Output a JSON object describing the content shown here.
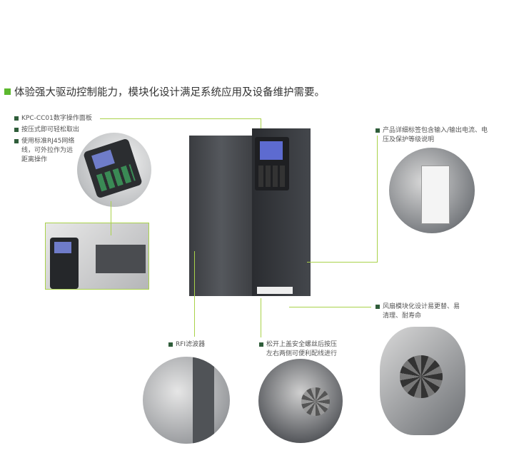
{
  "heading": "体验强大驱动控制能力，模块化设计满足系统应用及设备维护需要。",
  "callouts": {
    "keypad": [
      "KPC-CC01数字操作面板",
      "按压式即可轻松取出",
      "使用标准RJ45网络线，可外拉作为远距离操作"
    ],
    "label": "产品详细标签包含输入/输出电流、电压及保护等级说明",
    "fan": "风扇模块化设计易更替、易清理、耐寿命",
    "rfi": "RFI滤波器",
    "cover": "松开上盖安全螺丝后按压左右两侧可便利配线进行"
  },
  "colors": {
    "accent": "#a9d24a",
    "bullet": "#2f5d3a",
    "heading_bullet": "#5cb82e"
  }
}
